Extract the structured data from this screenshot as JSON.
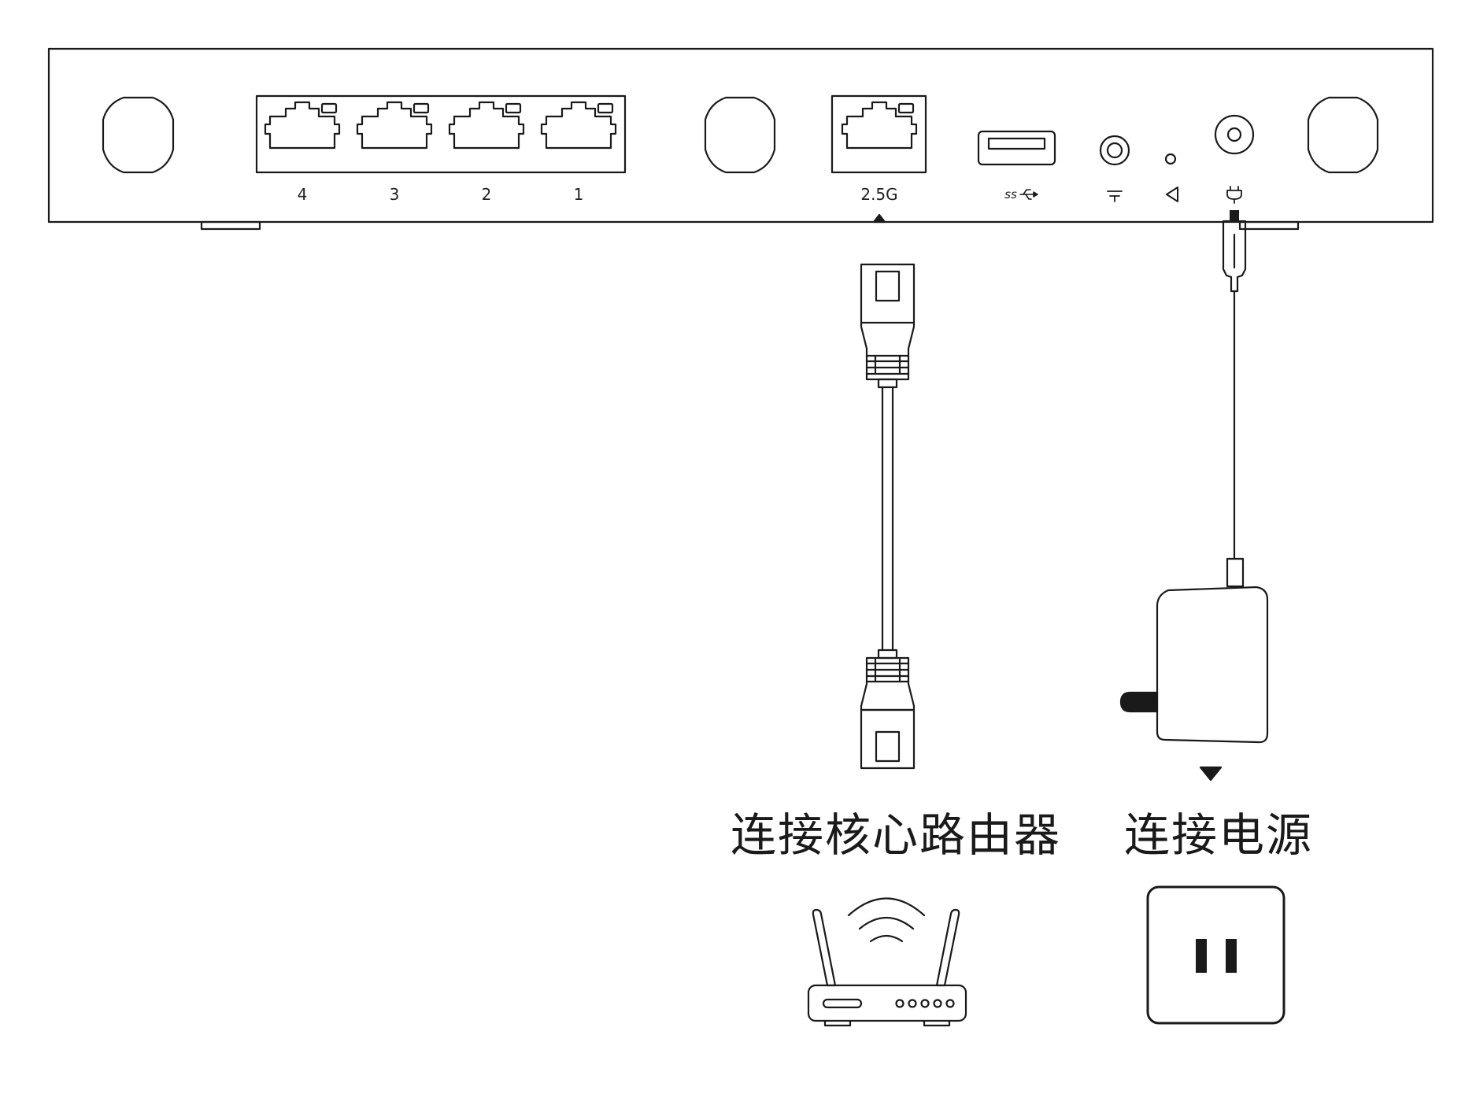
{
  "device": {
    "port_labels": [
      "4",
      "3",
      "2",
      "1"
    ],
    "wan_port_label": "2.5G",
    "usb_label": "ss",
    "usb_icon": "usb-icon",
    "reset_icon": "reset-icon",
    "audio_icon": "audio-icon",
    "power_icon": "plug-icon"
  },
  "captions": {
    "router": "连接核心路由器",
    "power": "连接电源"
  },
  "icons": {
    "router": "wifi-router-icon",
    "outlet": "power-outlet-icon",
    "adapter": "power-adapter-icon",
    "cable": "ethernet-cable-icon"
  },
  "colors": {
    "stroke": "#1a1a1a",
    "background": "#ffffff"
  }
}
